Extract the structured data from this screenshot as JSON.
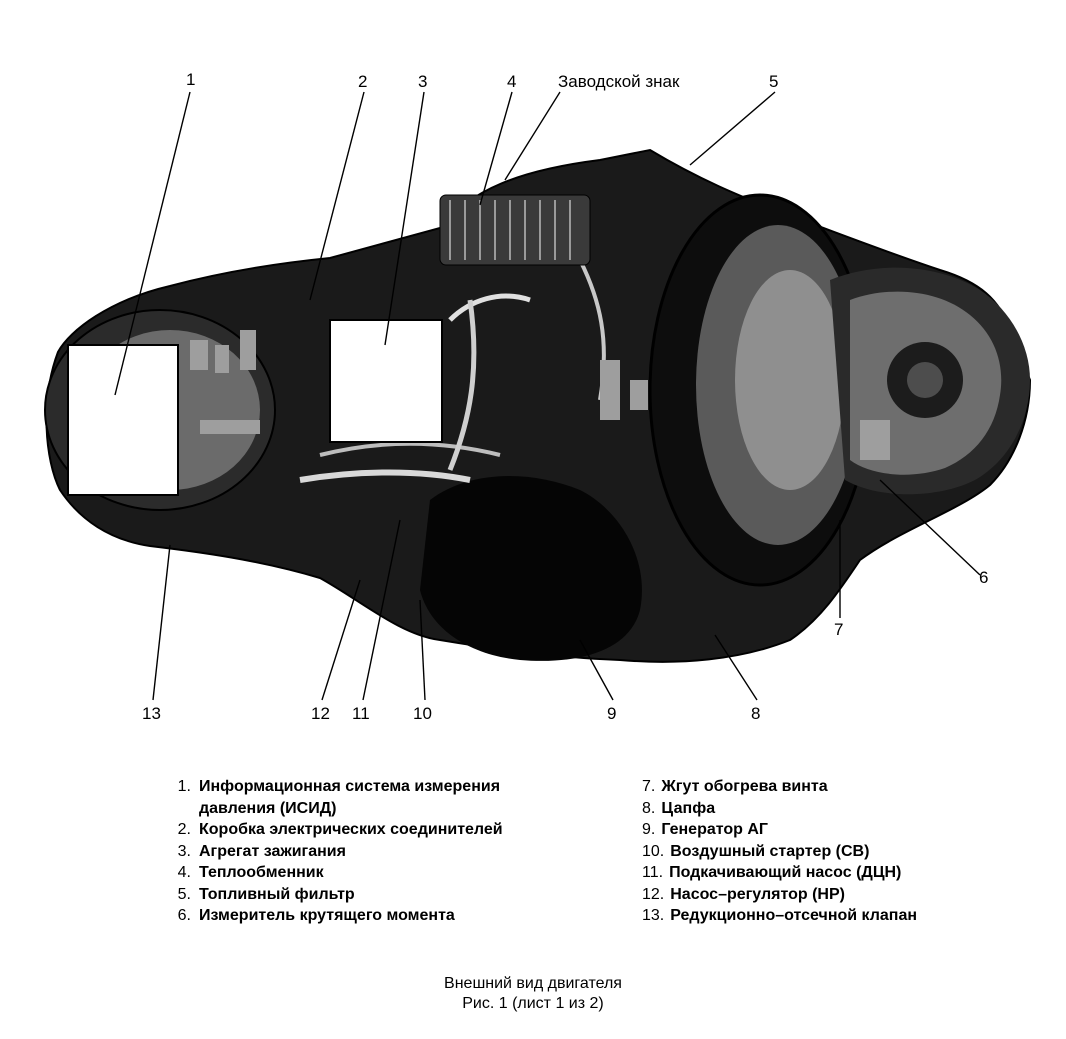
{
  "figure": {
    "factory_mark_label": "Заводской знак",
    "callout_numbers": [
      "1",
      "2",
      "3",
      "4",
      "5",
      "6",
      "7",
      "8",
      "9",
      "10",
      "11",
      "12",
      "13"
    ]
  },
  "legend": {
    "left": [
      {
        "num": "1.",
        "text": "Информационная система измерения"
      },
      {
        "num": "",
        "text": "давления (ИСИД)"
      },
      {
        "num": "2.",
        "text": "Коробка электрических соединителей"
      },
      {
        "num": "3.",
        "text": "Агрегат зажигания"
      },
      {
        "num": "4.",
        "text": "Теплообменник"
      },
      {
        "num": "5.",
        "text": "Топливный фильтр"
      },
      {
        "num": "6.",
        "text": "Измеритель крутящего момента"
      }
    ],
    "right": [
      {
        "num": "7.",
        "text": "Жгут обогрева винта"
      },
      {
        "num": "8.",
        "text": "Цапфа"
      },
      {
        "num": "9.",
        "text": "Генератор АГ"
      },
      {
        "num": "10.",
        "text": "Воздушный стартер (СВ)"
      },
      {
        "num": "11.",
        "text": "Подкачивающий насос (ДЦН)"
      },
      {
        "num": "12.",
        "text": "Насос–регулятор (НР)"
      },
      {
        "num": "13.",
        "text": "Редукционно–отсечной клапан"
      }
    ]
  },
  "caption": {
    "line1": "Внешний вид двигателя",
    "line2": "Рис. 1 (лист 1 из 2)"
  }
}
